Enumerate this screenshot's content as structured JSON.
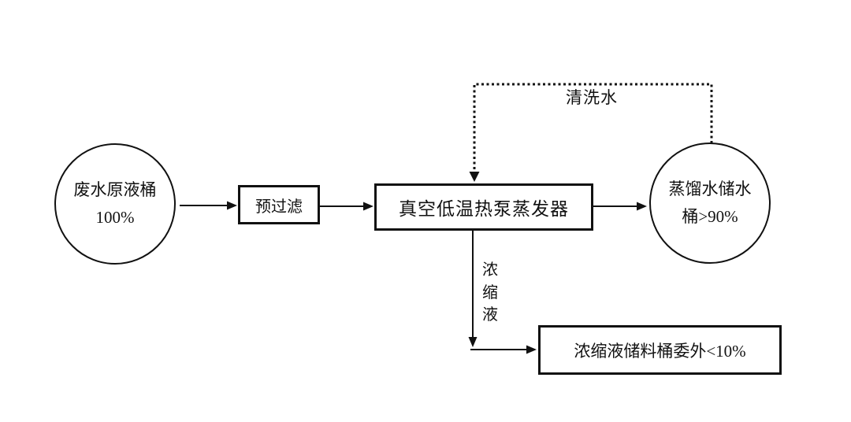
{
  "page": {
    "background": "#ffffff",
    "line_color": "#111111"
  },
  "diagram": {
    "type": "flowchart",
    "nodes": {
      "source_tank": {
        "shape": "circle",
        "line1": "废水原液桶",
        "line2": "100%"
      },
      "prefilter": {
        "shape": "rect",
        "label": "预过滤"
      },
      "evaporator": {
        "shape": "rect",
        "label": "真空低温热泵蒸发器"
      },
      "distillate_tank": {
        "shape": "circle",
        "line1": "蒸馏水储水",
        "line2": "桶>90%"
      },
      "concentrate_tank": {
        "shape": "rect",
        "label": "浓缩液储料桶委外<10%"
      }
    },
    "edge_labels": {
      "wash_water": "清洗水",
      "concentrate": "浓缩液"
    },
    "edges": [
      {
        "from": "source_tank",
        "to": "prefilter",
        "style": "solid-arrow"
      },
      {
        "from": "prefilter",
        "to": "evaporator",
        "style": "solid-arrow"
      },
      {
        "from": "evaporator",
        "to": "distillate_tank",
        "style": "solid-arrow"
      },
      {
        "from": "distillate_tank",
        "to": "evaporator",
        "style": "dotted-arrow",
        "label": "清洗水"
      },
      {
        "from": "evaporator",
        "to": "concentrate_tank",
        "style": "solid-arrow",
        "label": "浓缩液"
      }
    ]
  }
}
